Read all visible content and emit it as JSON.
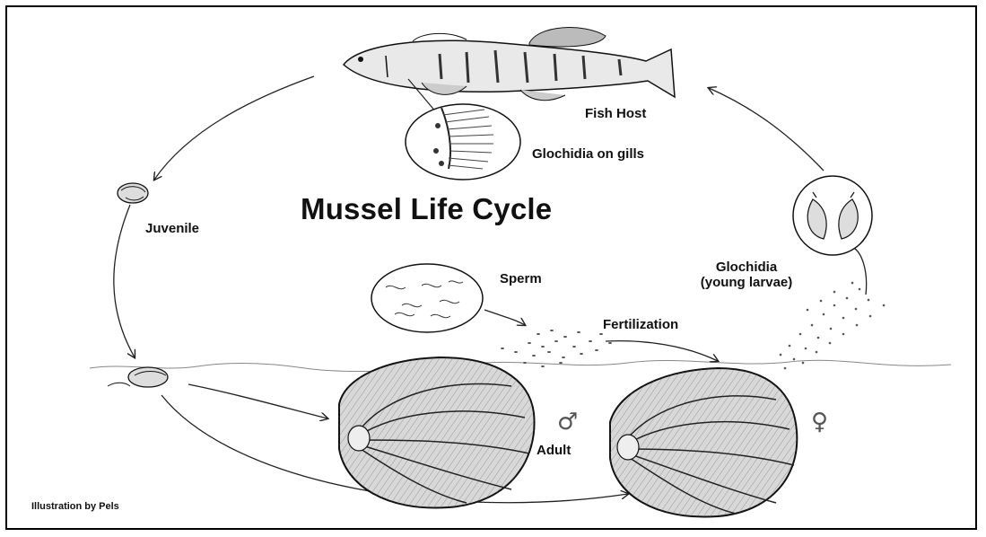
{
  "title": "Mussel Life Cycle",
  "labels": {
    "fish_host": "Fish Host",
    "glochidia_gills": "Glochidia on gills",
    "juvenile": "Juvenile",
    "sperm": "Sperm",
    "glochidia_young_line1": "Glochidia",
    "glochidia_young_line2": "(young larvae)",
    "fertilization": "Fertilization",
    "adult": "Adult",
    "credit": "Illustration by Pels"
  },
  "symbols": {
    "male": "♂",
    "female": "♀"
  }
}
